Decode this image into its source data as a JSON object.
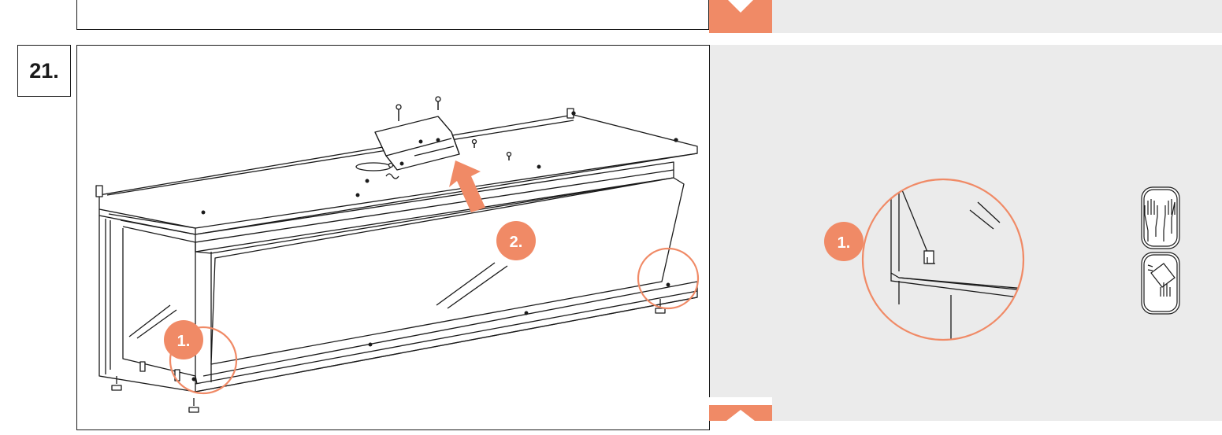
{
  "step": {
    "number": "21."
  },
  "callouts": {
    "main_1": "1.",
    "main_2": "2.",
    "detail_1": "1."
  },
  "icons": [
    "gloves-icon",
    "wipe-glass-icon"
  ],
  "colors": {
    "accent": "#f08a66",
    "panel": "#ebebeb",
    "line": "#1a1a1a"
  }
}
